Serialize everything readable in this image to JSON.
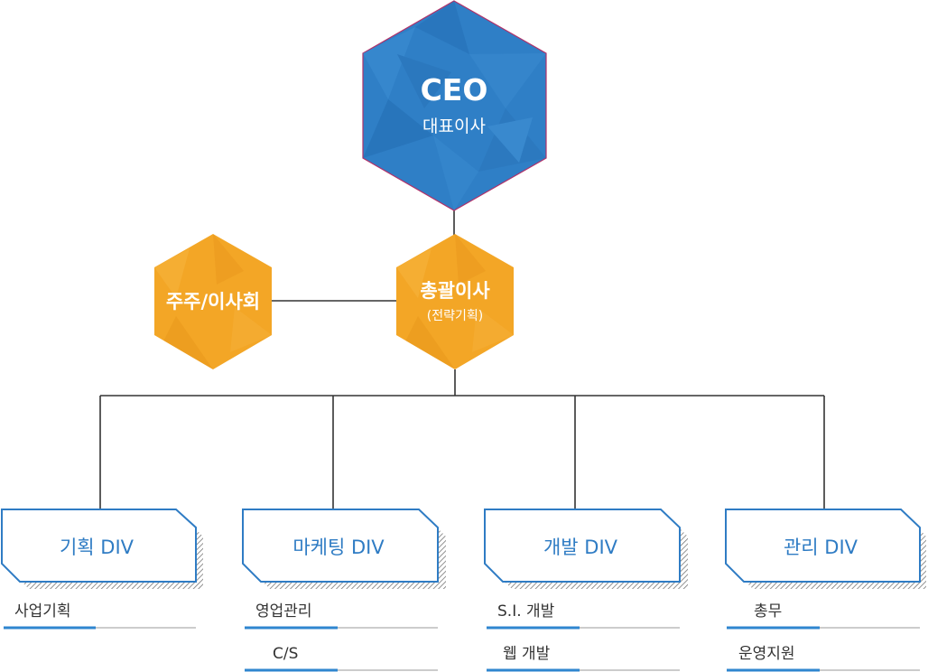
{
  "org": {
    "ceo": {
      "title": "CEO",
      "subtitle": "대표이사"
    },
    "board": {
      "title": "주주/이사회"
    },
    "director": {
      "title": "총괄이사",
      "subtitle": "(전략기획)"
    },
    "divisions": [
      {
        "title": "기획 DIV",
        "items": [
          "사업기획"
        ]
      },
      {
        "title": "마케팅 DIV",
        "items": [
          "영업관리",
          "C/S"
        ]
      },
      {
        "title": "개발 DIV",
        "items": [
          "S.I. 개발",
          "웹 개발"
        ]
      },
      {
        "title": "관리 DIV",
        "items": [
          "총무",
          "운영지원"
        ]
      }
    ]
  },
  "colors": {
    "ceo_fill": "#2f7fc6",
    "ceo_border": "#b0326a",
    "orange_fill": "#f3a626",
    "line": "#333333",
    "div_border": "#2f7cc4",
    "div_text": "#2f7cc4",
    "underline_accent": "#2f86cf",
    "underline_gray": "#9a9a9a",
    "hatch": "#777777"
  }
}
